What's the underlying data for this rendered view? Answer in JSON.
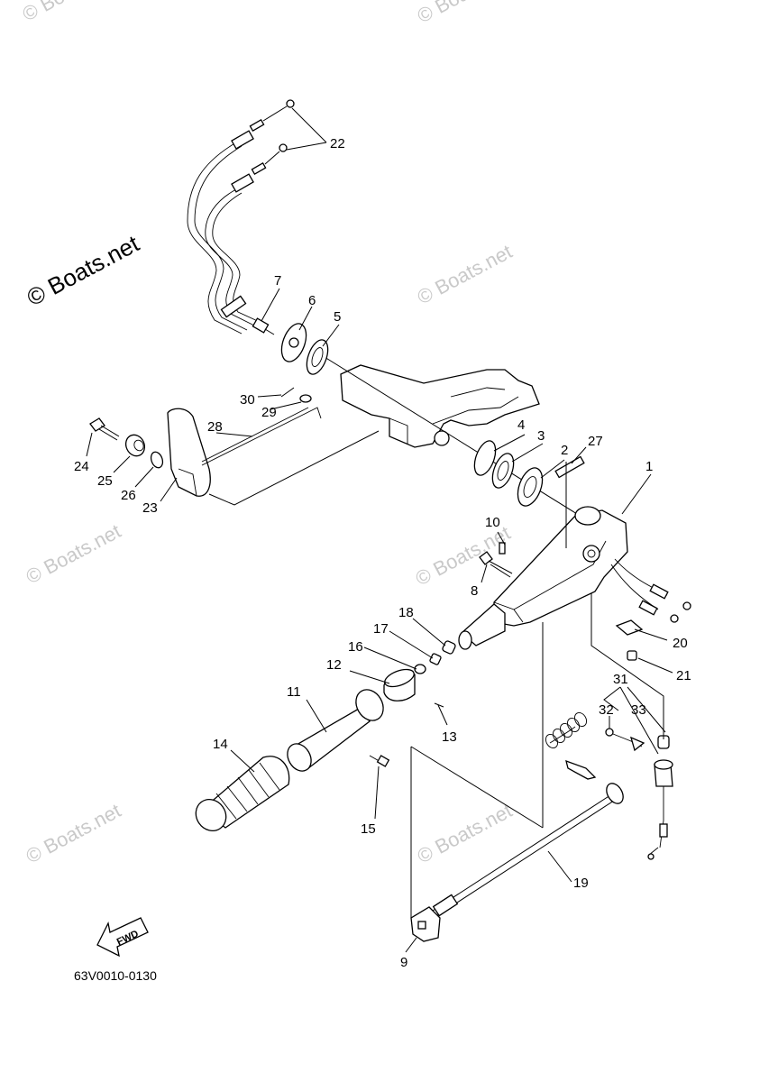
{
  "diagram_code": "63V0010-0130",
  "fwd_label": "FWD",
  "watermarks": {
    "main": "© Boats.net",
    "faint": "© Boats.net"
  },
  "callouts": [
    "1",
    "2",
    "3",
    "4",
    "5",
    "6",
    "7",
    "8",
    "9",
    "10",
    "11",
    "12",
    "13",
    "14",
    "15",
    "16",
    "17",
    "18",
    "19",
    "20",
    "21",
    "22",
    "23",
    "24",
    "25",
    "26",
    "27",
    "28",
    "29",
    "30",
    "31",
    "32",
    "33"
  ]
}
